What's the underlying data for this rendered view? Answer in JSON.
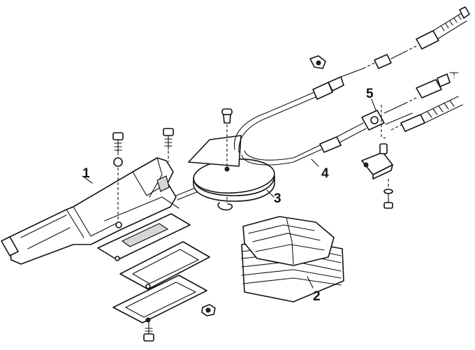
{
  "callouts": [
    {
      "id": "lever",
      "label": "1"
    },
    {
      "id": "boot",
      "label": "2"
    },
    {
      "id": "equalizer-plate",
      "label": "3"
    },
    {
      "id": "rear-cable",
      "label": "4"
    },
    {
      "id": "cable-adjuster",
      "label": "5"
    }
  ]
}
